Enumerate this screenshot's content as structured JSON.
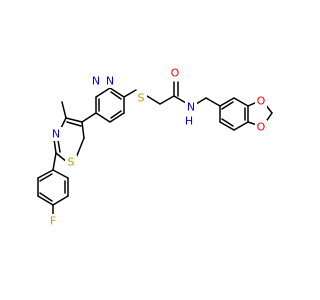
{
  "molecule": {
    "atom_labels": {
      "S_thioether": "S",
      "O_carbonyl": "O",
      "N_amide": "N",
      "H_amide": "H",
      "O_dioxole_top": "O",
      "O_dioxole_bottom": "O",
      "N_pyridazine_1": "N",
      "N_pyridazine_2": "N",
      "N_thiazole": "N",
      "S_thiazole": "S",
      "F": "F"
    },
    "colors": {
      "bond": "#000000",
      "carbon": "#000000",
      "nitrogen": "#0000ff",
      "oxygen": "#ff0000",
      "sulfur": "#b8a000",
      "fluorine": "#cc9900"
    }
  }
}
